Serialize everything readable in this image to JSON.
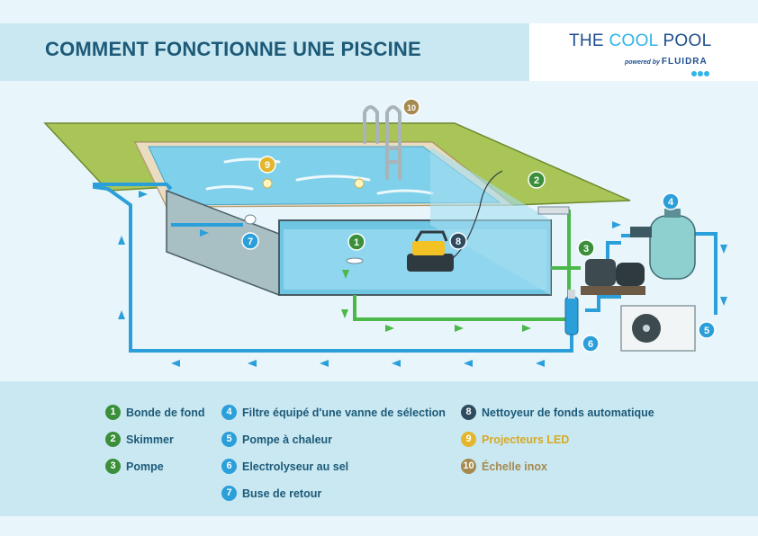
{
  "title": "COMMENT FONCTIONNE UNE PISCINE",
  "brand": {
    "word1": "THE",
    "word2": "COOL",
    "word3": "POOL",
    "powered_by": "powered by",
    "company": "FLUIDRA"
  },
  "colors": {
    "dark_blue": "#1d5a78",
    "green": "#3b8f3a",
    "blue": "#2b9fd9",
    "navy": "#2e4a5e",
    "yellow": "#e3b62c",
    "brown": "#a6894e",
    "panel": "#c9e8f2"
  },
  "markers": [
    {
      "n": "1",
      "color": "green"
    },
    {
      "n": "2",
      "color": "green"
    },
    {
      "n": "3",
      "color": "green"
    },
    {
      "n": "4",
      "color": "blue"
    },
    {
      "n": "5",
      "color": "blue"
    },
    {
      "n": "6",
      "color": "blue"
    },
    {
      "n": "7",
      "color": "blue"
    },
    {
      "n": "8",
      "color": "navy"
    },
    {
      "n": "9",
      "color": "yellow"
    },
    {
      "n": "10",
      "color": "brown"
    }
  ],
  "legend": [
    {
      "n": "1",
      "label": "Bonde de fond"
    },
    {
      "n": "2",
      "label": "Skimmer"
    },
    {
      "n": "3",
      "label": "Pompe"
    },
    {
      "n": "4",
      "label": "Filtre équipé d'une vanne de sélection"
    },
    {
      "n": "5",
      "label": "Pompe à chaleur"
    },
    {
      "n": "6",
      "label": "Electrolyseur au sel"
    },
    {
      "n": "7",
      "label": "Buse de retour"
    },
    {
      "n": "8",
      "label": "Nettoyeur de fonds automatique"
    },
    {
      "n": "9",
      "label": "Projecteurs LED"
    },
    {
      "n": "10",
      "label": "Échelle inox"
    }
  ]
}
